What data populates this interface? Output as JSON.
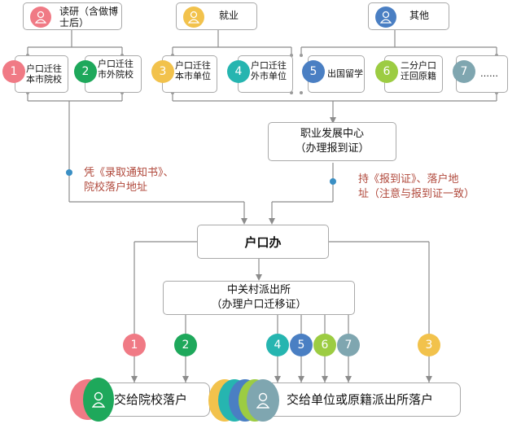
{
  "top_categories": [
    {
      "number": "",
      "label": "读研（含做博士后）",
      "color": "#f07a85"
    },
    {
      "number": "",
      "label": "就业",
      "color": "#f2c24c"
    },
    {
      "number": "",
      "label": "其他",
      "color": "#4a7fc3"
    }
  ],
  "options": [
    {
      "number": "1",
      "label": "户口迁往本市院校",
      "color": "#f07a85"
    },
    {
      "number": "2",
      "label": "户口迁往市外院校",
      "color": "#1ea85b"
    },
    {
      "number": "3",
      "label": "户口迁往本市单位",
      "color": "#f2c24c"
    },
    {
      "number": "4",
      "label": "户口迁往外市单位",
      "color": "#26b5b0"
    },
    {
      "number": "5",
      "label": "出国留学",
      "color": "#4a7fc3"
    },
    {
      "number": "6",
      "label": "二分户口迁回原籍",
      "color": "#9ccc42"
    },
    {
      "number": "7",
      "label": "……",
      "color": "#7fa6b0"
    }
  ],
  "career_center": {
    "line1": "职业发展中心",
    "line2": "（办理报到证）"
  },
  "note_left": {
    "line1": "凭《录取通知书》、",
    "line2": "院校落户地址"
  },
  "note_right": {
    "line1": "持《报到证》、落户地",
    "line2": "址（注意与报到证一致）"
  },
  "hukou_office": "户口办",
  "police_station": {
    "line1": "中关村派出所",
    "line2": "（办理户口迁移证）"
  },
  "route_markers": [
    {
      "number": "1",
      "color": "#f07a85"
    },
    {
      "number": "2",
      "color": "#1ea85b"
    },
    {
      "number": "4",
      "color": "#26b5b0"
    },
    {
      "number": "5",
      "color": "#4a7fc3"
    },
    {
      "number": "6",
      "color": "#9ccc42"
    },
    {
      "number": "7",
      "color": "#7fa6b0"
    },
    {
      "number": "3",
      "color": "#f2c24c"
    }
  ],
  "outcome_left": "交给院校落户",
  "outcome_right": "交给单位或原籍派出所落户"
}
